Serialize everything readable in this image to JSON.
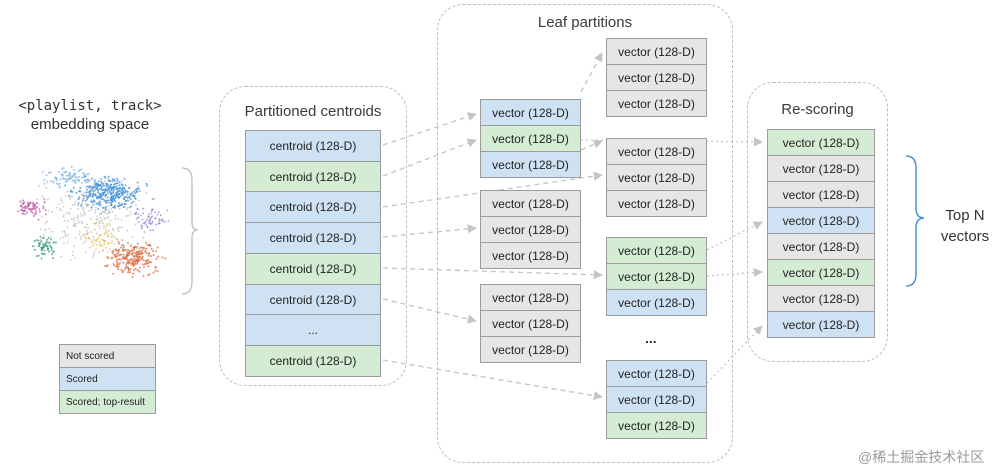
{
  "embedding": {
    "line1": "<playlist, track>",
    "line2": "embedding space"
  },
  "legend": [
    {
      "label": "Not scored",
      "color": "gray"
    },
    {
      "label": "Scored",
      "color": "blue"
    },
    {
      "label": "Scored; top-result",
      "color": "green"
    }
  ],
  "centroids": {
    "title": "Partitioned centroids",
    "items": [
      {
        "label": "centroid (128-D)",
        "color": "blue"
      },
      {
        "label": "centroid (128-D)",
        "color": "green"
      },
      {
        "label": "centroid (128-D)",
        "color": "blue"
      },
      {
        "label": "centroid (128-D)",
        "color": "blue"
      },
      {
        "label": "centroid (128-D)",
        "color": "green"
      },
      {
        "label": "centroid (128-D)",
        "color": "blue"
      },
      {
        "label": "...",
        "color": "blue"
      },
      {
        "label": "centroid (128-D)",
        "color": "green"
      }
    ]
  },
  "leaf": {
    "title": "Leaf partitions",
    "ellipsis": "...",
    "groups": [
      {
        "cells": [
          {
            "label": "vector (128-D)",
            "color": "blue"
          },
          {
            "label": "vector (128-D)",
            "color": "green"
          },
          {
            "label": "vector (128-D)",
            "color": "blue"
          }
        ]
      },
      {
        "cells": [
          {
            "label": "vector (128-D)",
            "color": "gray"
          },
          {
            "label": "vector (128-D)",
            "color": "gray"
          },
          {
            "label": "vector (128-D)",
            "color": "gray"
          }
        ]
      },
      {
        "cells": [
          {
            "label": "vector (128-D)",
            "color": "gray"
          },
          {
            "label": "vector (128-D)",
            "color": "gray"
          },
          {
            "label": "vector (128-D)",
            "color": "gray"
          }
        ]
      },
      {
        "cells": [
          {
            "label": "vector (128-D)",
            "color": "gray"
          },
          {
            "label": "vector (128-D)",
            "color": "gray"
          },
          {
            "label": "vector (128-D)",
            "color": "gray"
          }
        ]
      },
      {
        "cells": [
          {
            "label": "vector (128-D)",
            "color": "gray"
          },
          {
            "label": "vector (128-D)",
            "color": "gray"
          },
          {
            "label": "vector (128-D)",
            "color": "gray"
          }
        ]
      },
      {
        "cells": [
          {
            "label": "vector (128-D)",
            "color": "green"
          },
          {
            "label": "vector (128-D)",
            "color": "green"
          },
          {
            "label": "vector (128-D)",
            "color": "blue"
          }
        ]
      },
      {
        "cells": [
          {
            "label": "vector (128-D)",
            "color": "blue"
          },
          {
            "label": "vector (128-D)",
            "color": "blue"
          },
          {
            "label": "vector (128-D)",
            "color": "green"
          }
        ]
      }
    ]
  },
  "rescoring": {
    "title": "Re-scoring",
    "items": [
      {
        "label": "vector (128-D)",
        "color": "green"
      },
      {
        "label": "vector (128-D)",
        "color": "gray"
      },
      {
        "label": "vector (128-D)",
        "color": "gray"
      },
      {
        "label": "vector (128-D)",
        "color": "blue"
      },
      {
        "label": "vector (128-D)",
        "color": "gray"
      },
      {
        "label": "vector (128-D)",
        "color": "green"
      },
      {
        "label": "vector (128-D)",
        "color": "gray"
      },
      {
        "label": "vector (128-D)",
        "color": "blue"
      }
    ]
  },
  "topn": {
    "line1": "Top N",
    "line2": "vectors"
  },
  "watermark": "@稀土掘金技术社区",
  "colors": {
    "gray": "#e6e6e6",
    "blue": "#cfe2f3",
    "green": "#d5ecd4",
    "border": "#9c9c9c",
    "dashed": "#bdbdbd",
    "bracket": "#4a8fd6"
  }
}
